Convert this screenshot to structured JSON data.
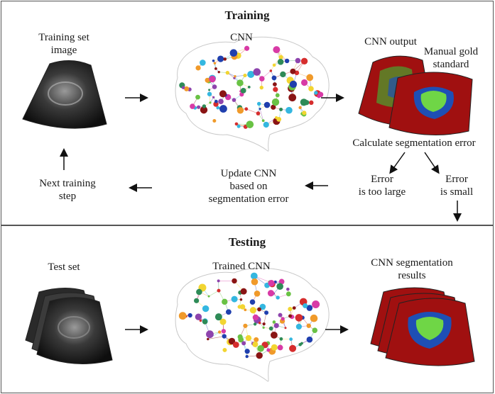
{
  "training": {
    "title": "Training",
    "training_set_label": "Training set\nimage",
    "cnn_label": "CNN",
    "cnn_output_label": "CNN output",
    "gold_label": "Manual gold\nstandard",
    "calc_error_label": "Calculate segmentation error",
    "error_large_label": "Error\nis too large",
    "error_small_label": "Error\nis small",
    "update_label": "Update CNN\nbased on\nsegmentation error",
    "next_step_label": "Next training\nstep"
  },
  "testing": {
    "title": "Testing",
    "test_set_label": "Test set",
    "trained_cnn_label": "Trained CNN",
    "results_label": "CNN segmentation\nresults"
  },
  "colors": {
    "mask_red": "#a01010",
    "mask_blue": "#1e4fb5",
    "mask_green": "#6fd646",
    "border": "#555555"
  }
}
